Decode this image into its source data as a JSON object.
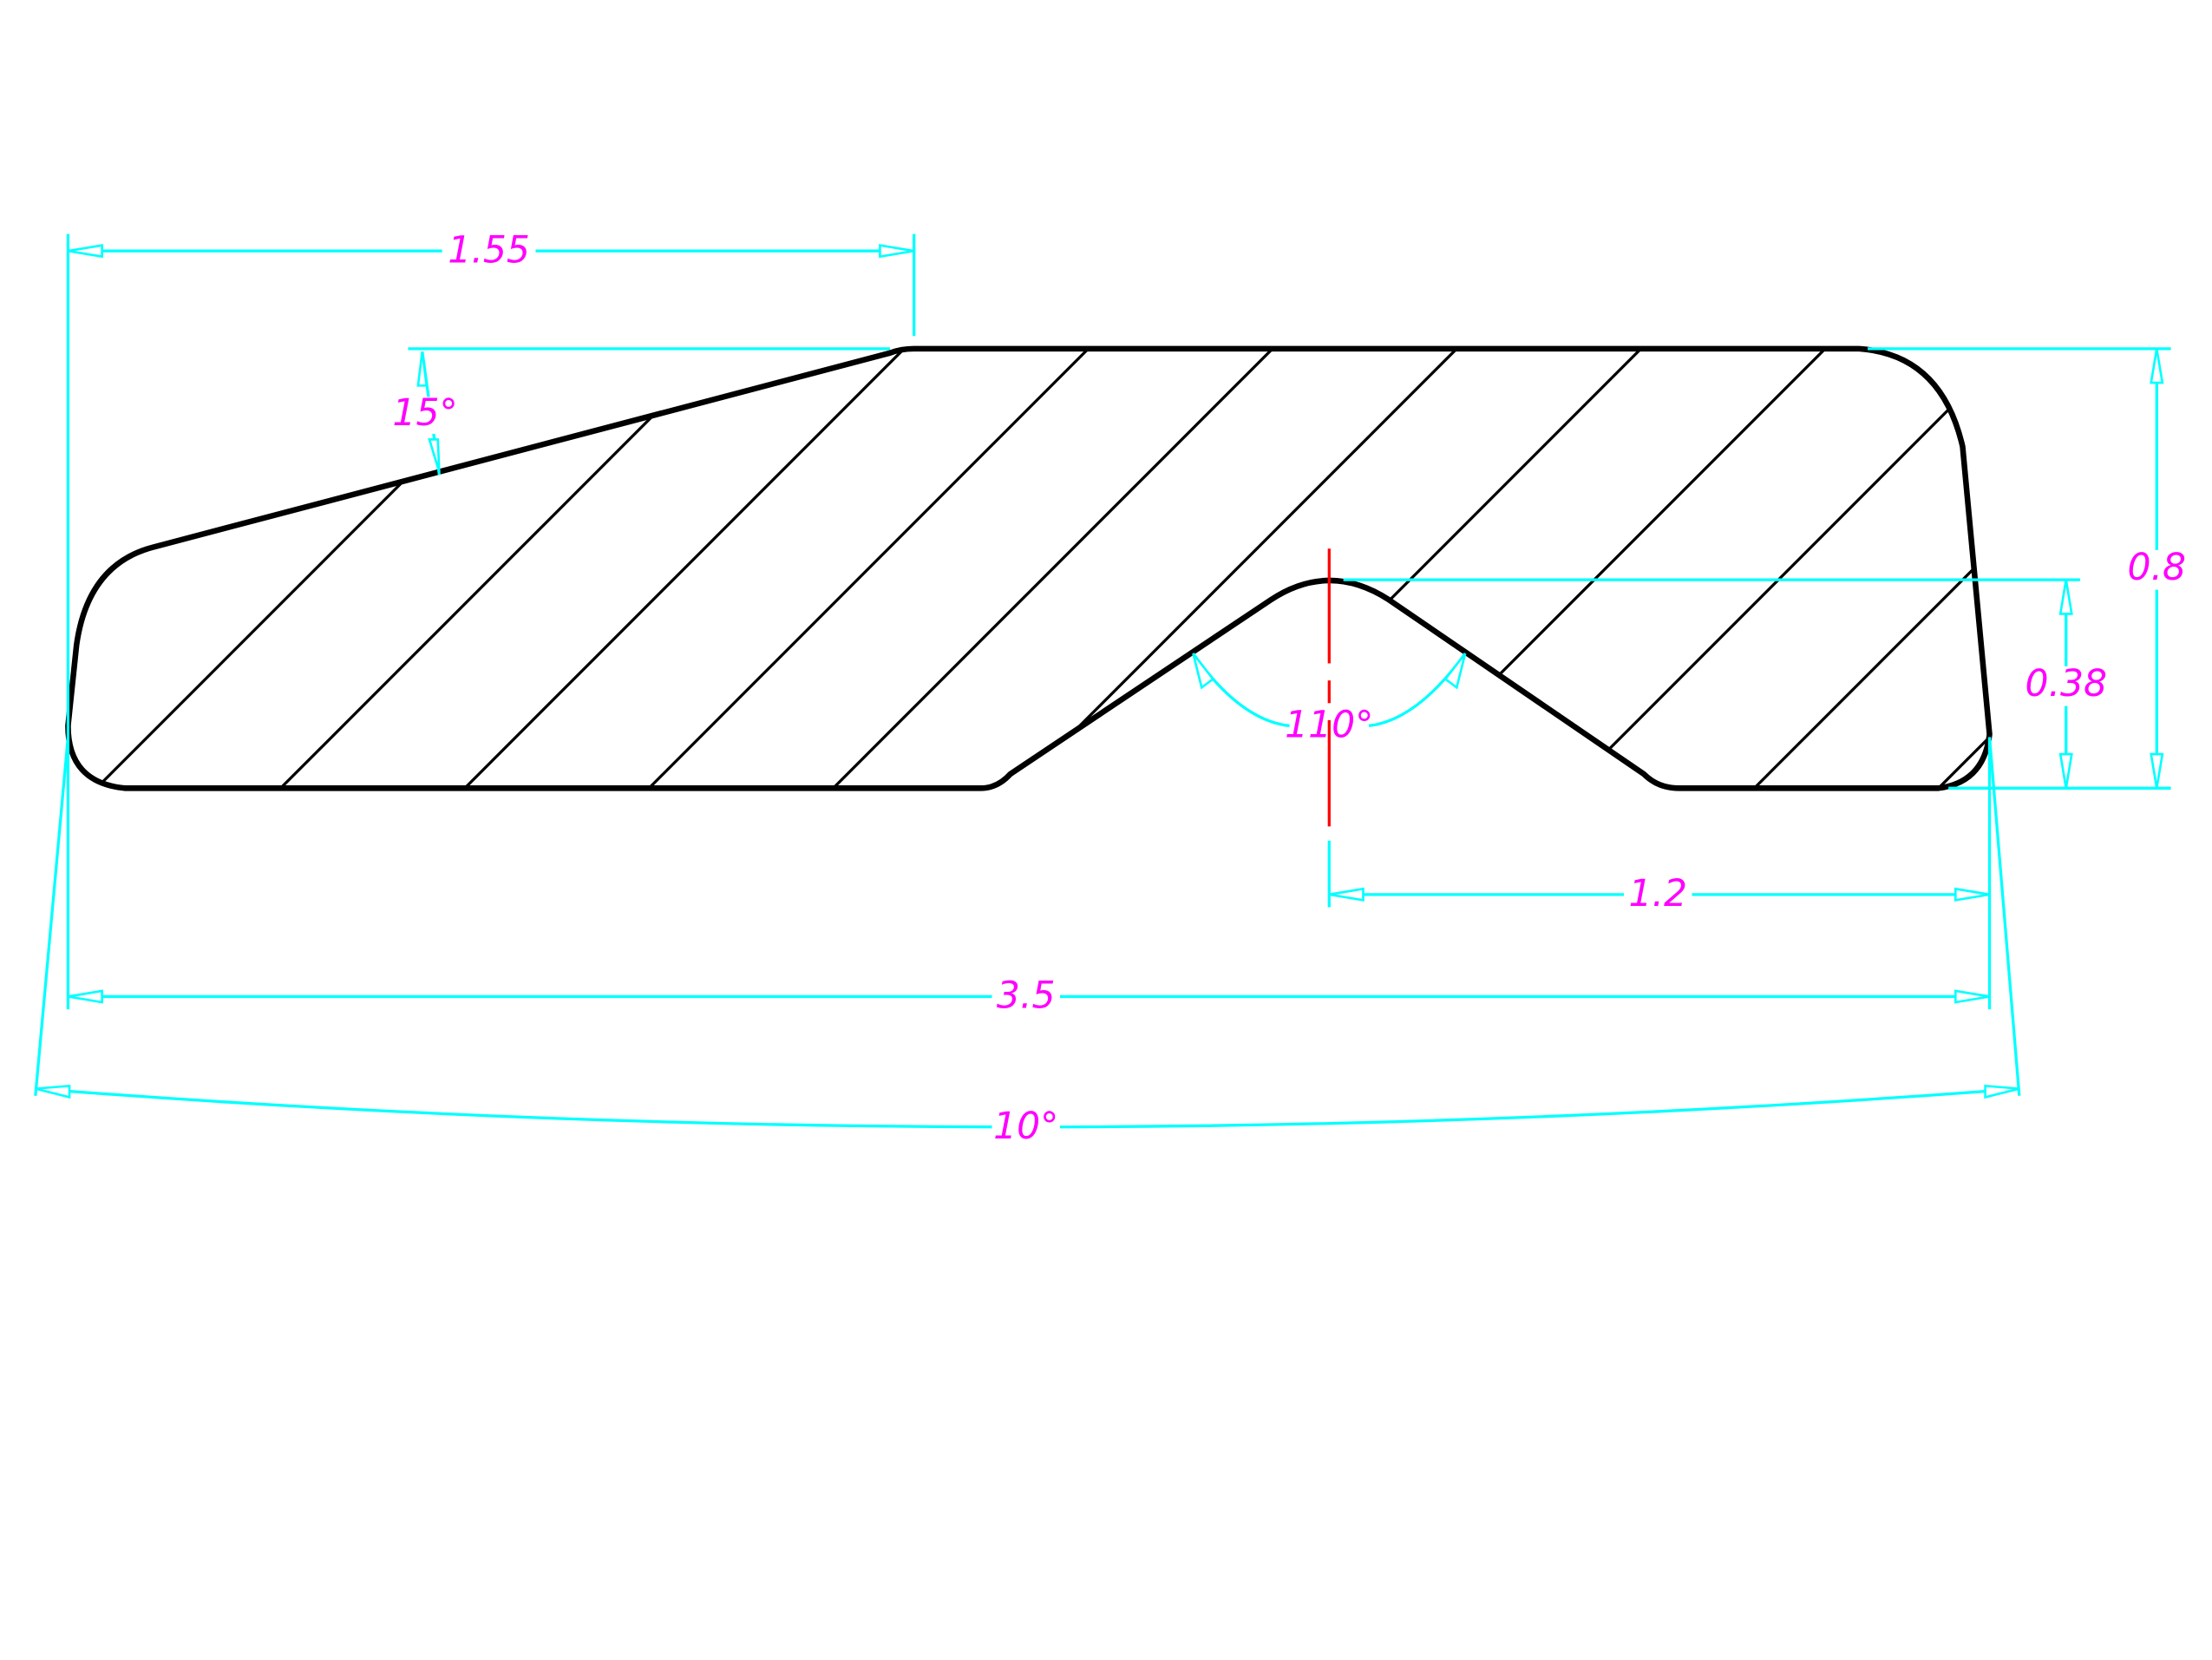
{
  "drawing": {
    "dimensions": {
      "top_offset": "1.55",
      "chamfer_angle": "15°",
      "total_height": "0.8",
      "groove_depth": "0.38",
      "groove_offset": "1.2",
      "total_width": "3.5",
      "draft_angle": "10°",
      "groove_angle": "110°"
    },
    "colors": {
      "outline": "#000000",
      "dimension_lines": "#00ffff",
      "dimension_text": "#ff00ff",
      "centerline": "#ff0000"
    }
  }
}
